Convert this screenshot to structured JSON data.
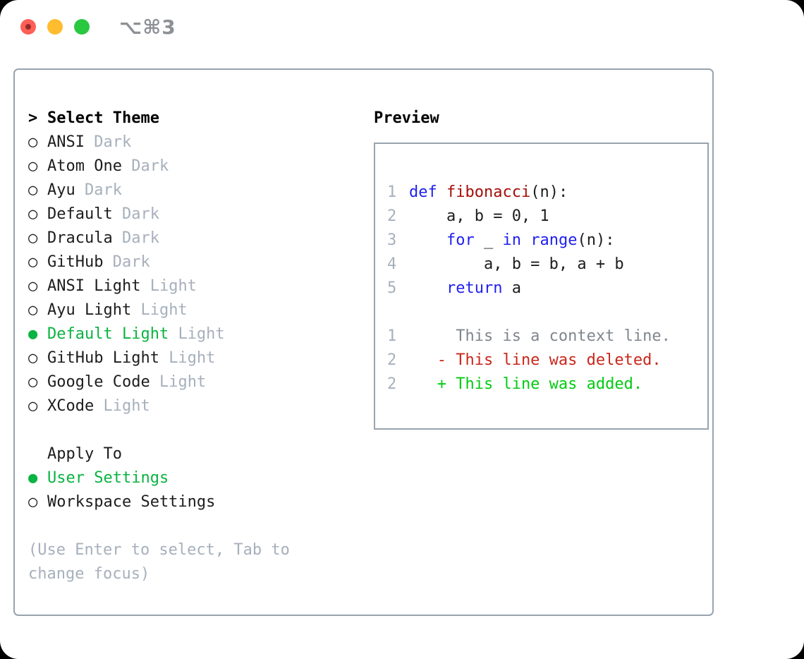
{
  "colors": {
    "accent_selected": "#0ab342",
    "diff_added": "#03cb12",
    "diff_deleted": "#c9271b",
    "keyword_blue": "#1f1ff0",
    "function_red": "#a40f0a",
    "muted_gray": "#a6b0bc",
    "context_gray": "#80868e",
    "border_gray": "#99a3ad",
    "text_black": "#1d1d1f",
    "traffic_close": "#ff5f57",
    "traffic_minimize": "#febc2e",
    "traffic_zoom": "#28c840",
    "shortcut_gray": "#8d9095"
  },
  "window": {
    "shortcut_label": "⌥⌘3",
    "traffic_lights": [
      "close",
      "minimize",
      "zoom"
    ]
  },
  "theme_panel": {
    "header_marker": ">",
    "header": "Select Theme",
    "marker_unselected": "○",
    "marker_selected": "●",
    "items": [
      {
        "name": "ANSI",
        "variant": "Dark",
        "selected": false
      },
      {
        "name": "Atom One",
        "variant": "Dark",
        "selected": false
      },
      {
        "name": "Ayu",
        "variant": "Dark",
        "selected": false
      },
      {
        "name": "Default",
        "variant": "Dark",
        "selected": false
      },
      {
        "name": "Dracula",
        "variant": "Dark",
        "selected": false
      },
      {
        "name": "GitHub",
        "variant": "Dark",
        "selected": false
      },
      {
        "name": "ANSI Light",
        "variant": "Light",
        "selected": false
      },
      {
        "name": "Ayu Light",
        "variant": "Light",
        "selected": false
      },
      {
        "name": "Default Light",
        "variant": "Light",
        "selected": true
      },
      {
        "name": "GitHub Light",
        "variant": "Light",
        "selected": false
      },
      {
        "name": "Google Code",
        "variant": "Light",
        "selected": false
      },
      {
        "name": "XCode",
        "variant": "Light",
        "selected": false
      }
    ]
  },
  "apply_to": {
    "header": "Apply To",
    "options": [
      {
        "label": "User Settings",
        "selected": true
      },
      {
        "label": "Workspace Settings",
        "selected": false
      }
    ]
  },
  "help_text": "(Use Enter to select, Tab to change focus)",
  "preview": {
    "header": "Preview",
    "code_lines": [
      {
        "num": "1",
        "segments": [
          {
            "t": "def",
            "c": "kw"
          },
          {
            "t": " ",
            "c": "pl"
          },
          {
            "t": "fibonacci",
            "c": "fn"
          },
          {
            "t": "(n):",
            "c": "pl"
          }
        ]
      },
      {
        "num": "2",
        "segments": [
          {
            "t": "    a, b = 0, 1",
            "c": "pl"
          }
        ]
      },
      {
        "num": "3",
        "segments": [
          {
            "t": "    ",
            "c": "pl"
          },
          {
            "t": "for",
            "c": "kw"
          },
          {
            "t": " _ ",
            "c": "pl"
          },
          {
            "t": "in",
            "c": "kw"
          },
          {
            "t": " ",
            "c": "pl"
          },
          {
            "t": "range",
            "c": "kw"
          },
          {
            "t": "(n):",
            "c": "pl"
          }
        ]
      },
      {
        "num": "4",
        "segments": [
          {
            "t": "        a, b = b, a + b",
            "c": "pl"
          }
        ]
      },
      {
        "num": "5",
        "segments": [
          {
            "t": "    ",
            "c": "pl"
          },
          {
            "t": "return",
            "c": "kw"
          },
          {
            "t": " a",
            "c": "pl"
          }
        ]
      }
    ],
    "diff_lines": [
      {
        "num": "1",
        "segments": [
          {
            "t": "     This is a context line.",
            "c": "ctx"
          }
        ]
      },
      {
        "num": "2",
        "segments": [
          {
            "t": "   - This line was deleted.",
            "c": "del"
          }
        ]
      },
      {
        "num": "2",
        "segments": [
          {
            "t": "   + This line was added.",
            "c": "add"
          }
        ]
      }
    ]
  }
}
